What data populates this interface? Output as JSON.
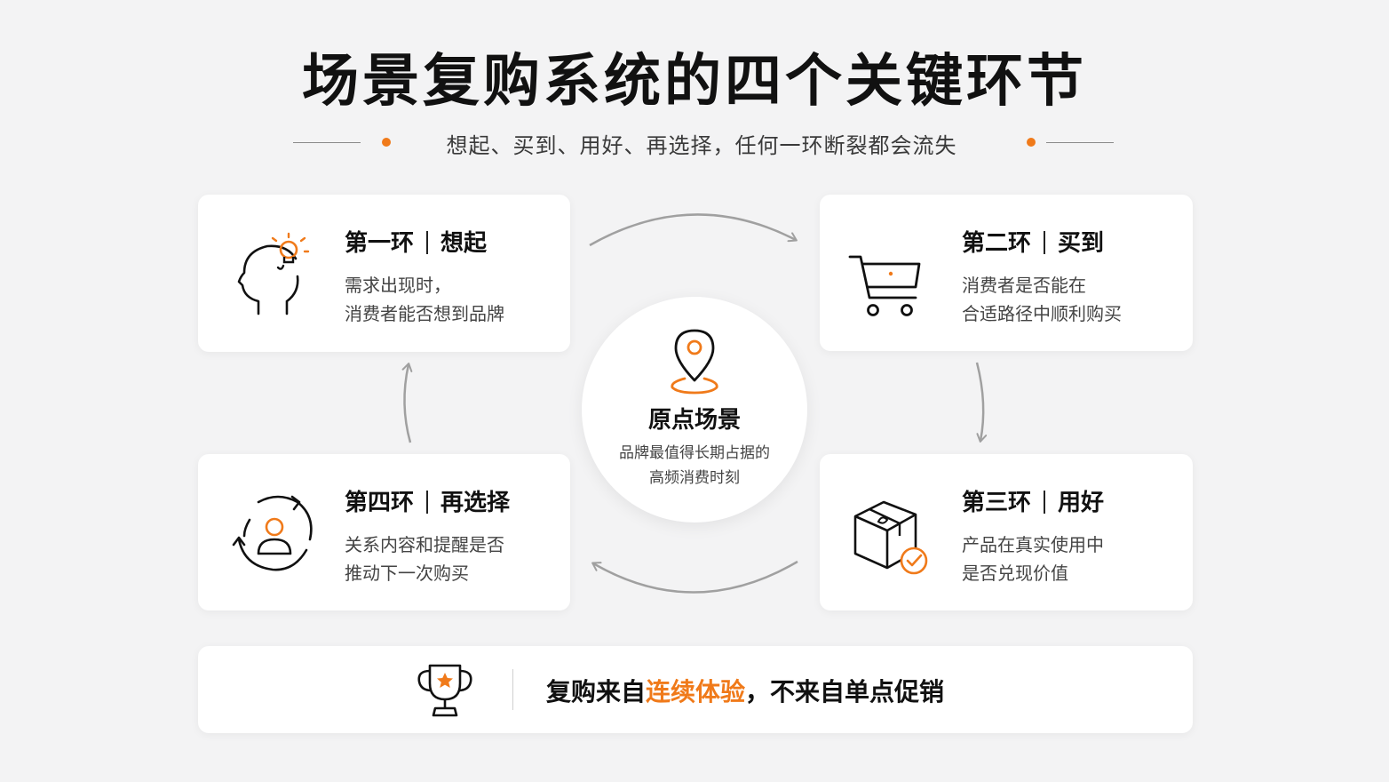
{
  "title": "场景复购系统的四个关键环节",
  "subtitle": "想起、买到、用好、再选择，任何一环断裂都会流失",
  "colors": {
    "accent": "#f07a1a",
    "text": "#111111",
    "card_bg": "#ffffff",
    "page_bg": "#f3f3f4",
    "arrow": "#a0a0a0"
  },
  "center": {
    "icon": "location-pin-icon",
    "title": "原点场景",
    "desc_line1": "品牌最值得长期占据的",
    "desc_line2": "高频消费时刻"
  },
  "steps": [
    {
      "ring": "第一环",
      "name": "想起",
      "icon": "head-lightbulb-icon",
      "line1": "需求出现时，",
      "line2": "消费者能否想到品牌"
    },
    {
      "ring": "第二环",
      "name": "买到",
      "icon": "shopping-cart-icon",
      "line1": "消费者是否能在",
      "line2": "合适路径中顺利购买"
    },
    {
      "ring": "第三环",
      "name": "用好",
      "icon": "package-check-icon",
      "line1": "产品在真实使用中",
      "line2": "是否兑现价值"
    },
    {
      "ring": "第四环",
      "name": "再选择",
      "icon": "user-cycle-icon",
      "line1": "关系内容和提醒是否",
      "line2": "推动下一次购买"
    }
  ],
  "bottom": {
    "icon": "trophy-icon",
    "text_before": "复购来自",
    "text_highlight": "连续体验",
    "text_after": "，不来自单点促销"
  }
}
